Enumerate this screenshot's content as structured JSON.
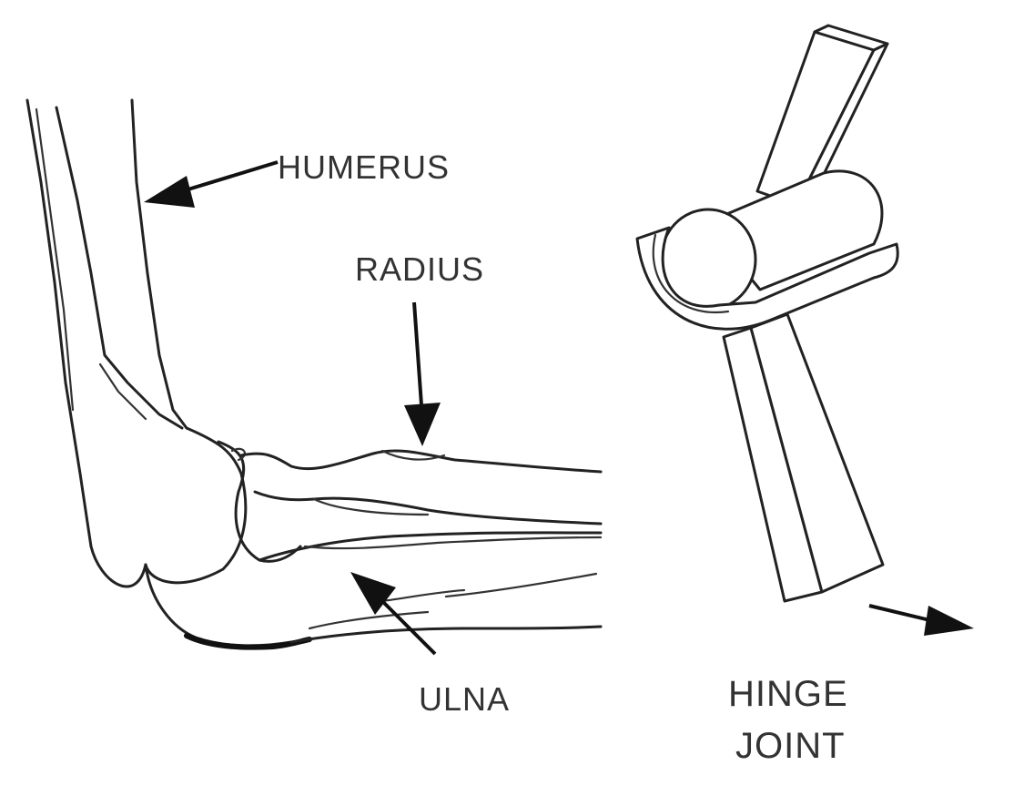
{
  "labels": {
    "humerus": "HUMERUS",
    "radius": "RADIUS",
    "ulna": "ULNA",
    "hinge_line1": "HINGE",
    "hinge_line2": "JOINT"
  }
}
